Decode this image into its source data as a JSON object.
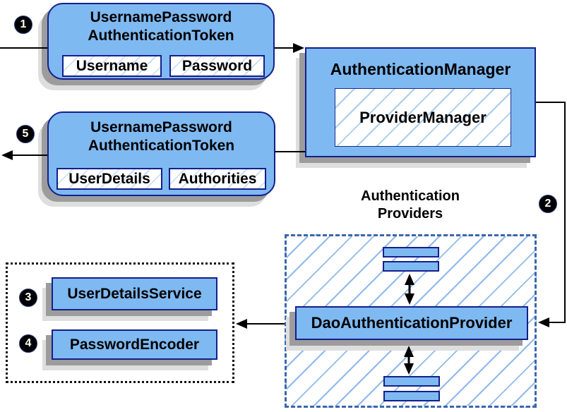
{
  "token_request": {
    "title_lines": [
      "UsernamePassword",
      "AuthenticationToken"
    ],
    "fields": [
      "Username",
      "Password"
    ]
  },
  "authentication_manager": {
    "title": "AuthenticationManager",
    "provider_manager": "ProviderManager"
  },
  "token_response": {
    "title_lines": [
      "UsernamePassword",
      "AuthenticationToken"
    ],
    "fields": [
      "UserDetails",
      "Authorities"
    ]
  },
  "authentication_providers": {
    "label_lines": [
      "Authentication",
      "Providers"
    ],
    "dao_provider": "DaoAuthenticationProvider"
  },
  "services": {
    "user_details_service": "UserDetailsService",
    "password_encoder": "PasswordEncoder"
  },
  "step_badges": [
    "1",
    "2",
    "3",
    "4",
    "5"
  ],
  "colors": {
    "box_fill": "#7fb9f2",
    "box_border": "#141f8c",
    "hatch_line": "#9cc4ee",
    "dashed_border": "#3a66ad",
    "dotted_border": "#111111",
    "arrow": "#000000",
    "shadow_dark": "#9c9c9c",
    "shadow_light": "#dedede",
    "badge_background": "#000000",
    "badge_text": "#ffffff"
  }
}
